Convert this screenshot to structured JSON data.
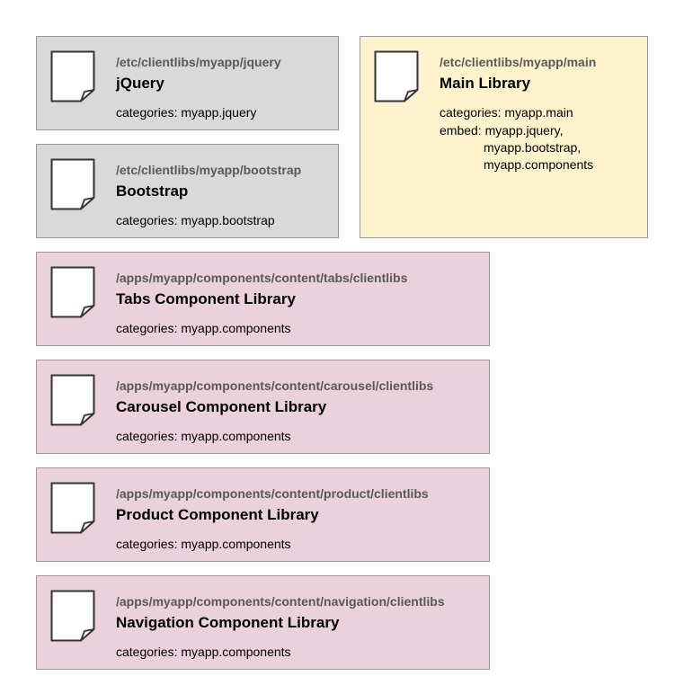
{
  "cards": {
    "jquery": {
      "path": "/etc/clientlibs/myapp/jquery",
      "title": "jQuery",
      "categories": "categories: myapp.jquery"
    },
    "bootstrap": {
      "path": "/etc/clientlibs/myapp/bootstrap",
      "title": "Bootstrap",
      "categories": "categories: myapp.bootstrap"
    },
    "main": {
      "path": "/etc/clientlibs/myapp/main",
      "title": "Main Library",
      "categories": "categories: myapp.main",
      "embed": [
        "embed: myapp.jquery,",
        "myapp.bootstrap,",
        "myapp.components"
      ]
    },
    "tabs": {
      "path": "/apps/myapp/components/content/tabs/clientlibs",
      "title": "Tabs Component Library",
      "categories": "categories: myapp.components"
    },
    "carousel": {
      "path": "/apps/myapp/components/content/carousel/clientlibs",
      "title": "Carousel Component Library",
      "categories": "categories: myapp.components"
    },
    "product": {
      "path": "/apps/myapp/components/content/product/clientlibs",
      "title": "Product Component Library",
      "categories": "categories: myapp.components"
    },
    "navigation": {
      "path": "/apps/myapp/components/content/navigation/clientlibs",
      "title": "Navigation Component Library",
      "categories": "categories: myapp.components"
    }
  },
  "colors": {
    "gray": "#d9d9d9",
    "yellow": "#fff2cc",
    "pink": "#ead1dc"
  },
  "icons": {
    "document": "document-icon"
  }
}
